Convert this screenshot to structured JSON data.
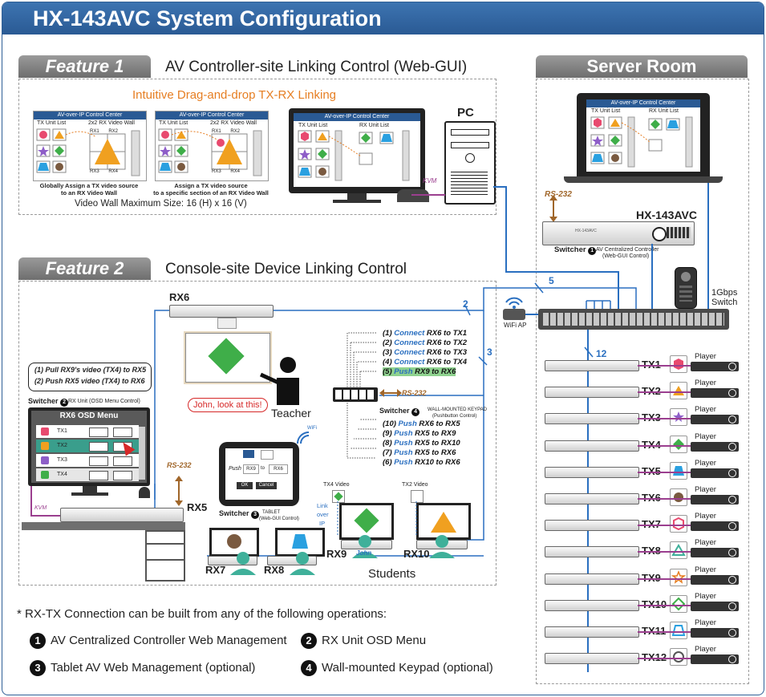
{
  "title": "HX-143AVC System Configuration",
  "feature1": {
    "tab": "Feature 1",
    "heading": "AV Controller-site Linking Control (Web-GUI)",
    "subheading": "Intuitive Drag-and-drop TX-RX Linking",
    "panel1": {
      "header": "AV-over-IP Control Center",
      "list": "TX Unit List",
      "wall": "2x2 RX Video Wall",
      "caption1": "Globally Assign a TX video source",
      "caption2": "to an RX Video Wall"
    },
    "panel2": {
      "header": "AV-over-IP Control Center",
      "list": "TX Unit List",
      "wall": "2x2 RX Video Wall",
      "caption1": "Assign a TX video source",
      "caption2": "to a specific section of an RX Video Wall"
    },
    "panel3": {
      "header": "AV-over-IP Control Center",
      "list": "TX Unit List",
      "rxlist": "RX Unit List"
    },
    "max_size": "Video Wall Maximum Size: 16 (H) x 16 (V)",
    "pc": "PC",
    "kvm": "KVM"
  },
  "server": {
    "tab": "Server Room",
    "rs232": "RS-232",
    "model": "HX-143AVC",
    "switcher1": "Switcher",
    "switcher1_desc1": "AV Centralized Controller",
    "switcher1_desc2": "(Web-GUI Control)",
    "net_switch1": "1Gbps",
    "net_switch2": "Switch",
    "wifi": "WiFi AP",
    "link5": "5",
    "link12": "12",
    "player": "Player",
    "tx": [
      "TX1",
      "TX2",
      "TX3",
      "TX4",
      "TX5",
      "TX6",
      "TX7",
      "TX8",
      "TX9",
      "TX10",
      "TX11",
      "TX12"
    ]
  },
  "feature2": {
    "tab": "Feature 2",
    "heading": "Console-site Device Linking Control",
    "rx6": "RX6",
    "link2": "2",
    "link3": "3",
    "bubble1": "(1) Pull RX9's video (TX4) to RX5",
    "bubble2": "(2) Push RX5 video (TX4) to RX6",
    "switcher2": "Switcher",
    "switcher2_desc": "RX Unit (OSD Menu Control)",
    "osd_title": "RX6 OSD Menu",
    "osd_rows": [
      "TX1",
      "TX2",
      "TX3",
      "TX4"
    ],
    "rs232": "RS-232",
    "kvm": "KVM",
    "rx5": "RX5",
    "speech": "John, look at this!",
    "teacher": "Teacher",
    "keypad": [
      {
        "n": "(1)",
        "verb": "Connect",
        "rest": "RX6 to TX1"
      },
      {
        "n": "(2)",
        "verb": "Connect",
        "rest": "RX6 to TX2"
      },
      {
        "n": "(3)",
        "verb": "Connect",
        "rest": "RX6 to TX3"
      },
      {
        "n": "(4)",
        "verb": "Connect",
        "rest": "RX6 to TX4"
      },
      {
        "n": "(5)",
        "verb": "Push",
        "rest": "RX9 to RX6"
      },
      {
        "n": "(10)",
        "verb": "Push",
        "rest": "RX6 to RX5"
      },
      {
        "n": "(9)",
        "verb": "Push",
        "rest": "RX5 to RX9"
      },
      {
        "n": "(8)",
        "verb": "Push",
        "rest": "RX5 to RX10"
      },
      {
        "n": "(7)",
        "verb": "Push",
        "rest": "RX5 to RX6"
      },
      {
        "n": "(6)",
        "verb": "Push",
        "rest": "RX10 to RX6"
      }
    ],
    "keypad_rs232": "RS-232",
    "switcher4": "Switcher",
    "switcher4_desc1": "WALL-MOUNTED KEYPAD",
    "switcher4_desc2": "(Pushbutton Control)",
    "tablet_wifi": "WiFi",
    "tablet_push": "Push",
    "tablet_from": "RX9",
    "tablet_to": "to",
    "tablet_dest": "RX6",
    "tablet_ok": "OK",
    "tablet_cancel": "Cancel",
    "switcher3": "Switcher",
    "switcher3_desc1": "TABLET",
    "switcher3_desc2": "(Web-GUI Control)",
    "tx4video": "TX4 Video",
    "tx2video": "TX2 Video",
    "link_over_ip1": "Link",
    "link_over_ip2": "over",
    "link_over_ip3": "IP",
    "rx7": "RX7",
    "rx8": "RX8",
    "rx9": "RX9",
    "rx10": "RX10",
    "john": "John",
    "students": "Students"
  },
  "notes": {
    "intro": "* RX-TX Connection can be built from any of the following operations:",
    "op1": "AV Centralized Controller Web Management",
    "op2": "RX Unit OSD Menu",
    "op3": "Tablet AV Web Management (optional)",
    "op4": "Wall-mounted Keypad (optional)",
    "n1": "1",
    "n2": "2",
    "n3": "3",
    "n4": "4"
  },
  "colors": {
    "accent": "#2a5a94",
    "link": "#2a6fc0",
    "kvm": "#9b3f8f",
    "rs232": "#a0662a",
    "highlight": "#8fd28f"
  }
}
